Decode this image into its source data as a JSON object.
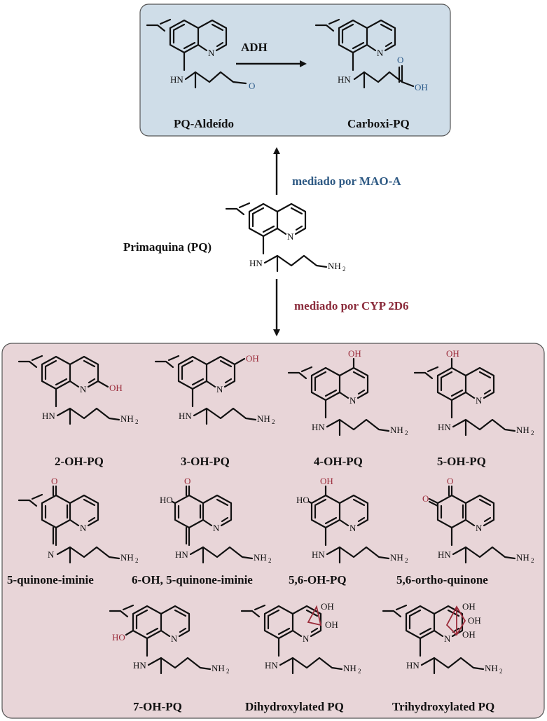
{
  "colors": {
    "top_panel_fill": "#cfdde8",
    "bottom_panel_fill": "#e8d5d8",
    "blue_text": "#2f5a84",
    "red_text": "#8b2c3c"
  },
  "top_panel": {
    "reaction_label": "ADH",
    "left_label": "PQ-Aldeído",
    "right_label": "Carboxi-PQ"
  },
  "center": {
    "compound_label": "Primaquina (PQ)",
    "pathway_up": "mediado por MAO-A",
    "pathway_down": "mediado por CYP 2D6"
  },
  "atoms": {
    "N": "N",
    "HN": "HN",
    "NH2": "NH",
    "sub2": "2",
    "O": "O",
    "OH": "OH",
    "HO": "HO"
  },
  "metabolites": [
    {
      "label": "2-OH-PQ"
    },
    {
      "label": "3-OH-PQ"
    },
    {
      "label": "4-OH-PQ"
    },
    {
      "label": "5-OH-PQ"
    },
    {
      "label": "5-quinone-iminie"
    },
    {
      "label": "6-OH, 5-quinone-iminie"
    },
    {
      "label": "5,6-OH-PQ"
    },
    {
      "label": "5,6-ortho-quinone"
    },
    {
      "label": "7-OH-PQ"
    },
    {
      "label": "Dihydroxylated PQ"
    },
    {
      "label": "Trihydroxylated PQ"
    }
  ]
}
